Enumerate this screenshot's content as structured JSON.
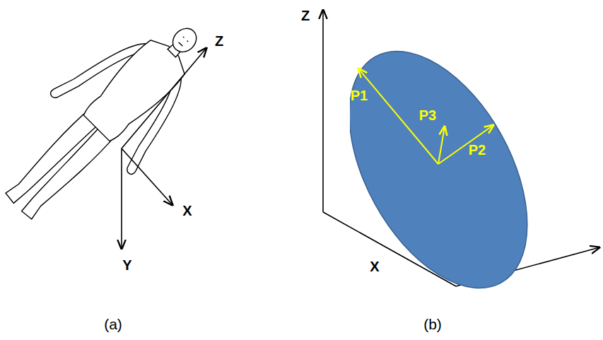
{
  "diagram": {
    "nodes": [
      {
        "text": [
          "P1",
          "P3",
          "P2"
        ]
      }
    ],
    "labels": [
      "Z",
      "X",
      "Y",
      "(a)",
      "Z",
      "X",
      "(b)"
    ]
  }
}
